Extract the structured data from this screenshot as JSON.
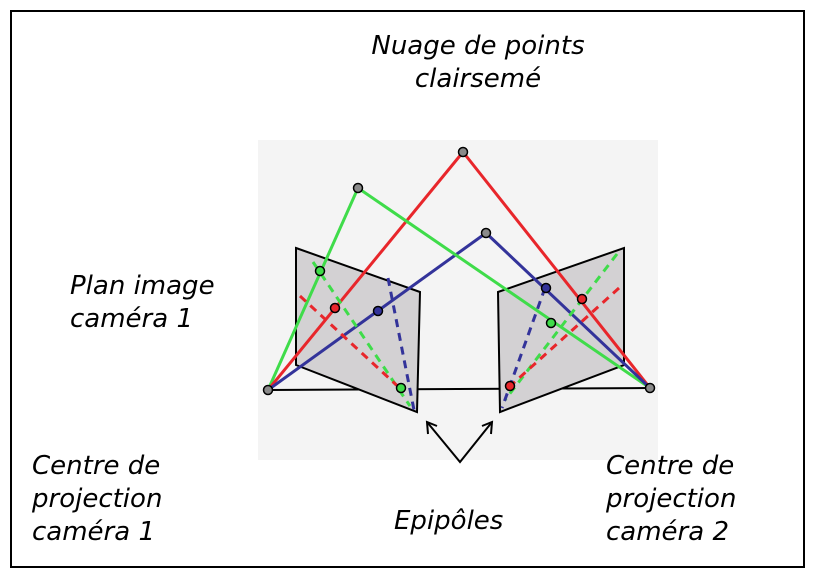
{
  "labels": {
    "point_cloud_line1": "Nuage de points",
    "point_cloud_line2": "clairsemé",
    "image_plane_line1": "Plan image",
    "image_plane_line2": "caméra 1",
    "center_left_line1": "Centre de",
    "center_left_line2": "projection",
    "center_left_line3": "caméra 1",
    "center_right_line1": "Centre de",
    "center_right_line2": "projection",
    "center_right_line3": "caméra 2",
    "epipoles": "Epipôles"
  },
  "colors": {
    "red": "#e8262b",
    "green": "#3fdc4a",
    "blue": "#33339a",
    "plane_fill": "#d3d1d3",
    "backdrop": "#f4f4f4",
    "point_fill": "#8a8a8a"
  }
}
